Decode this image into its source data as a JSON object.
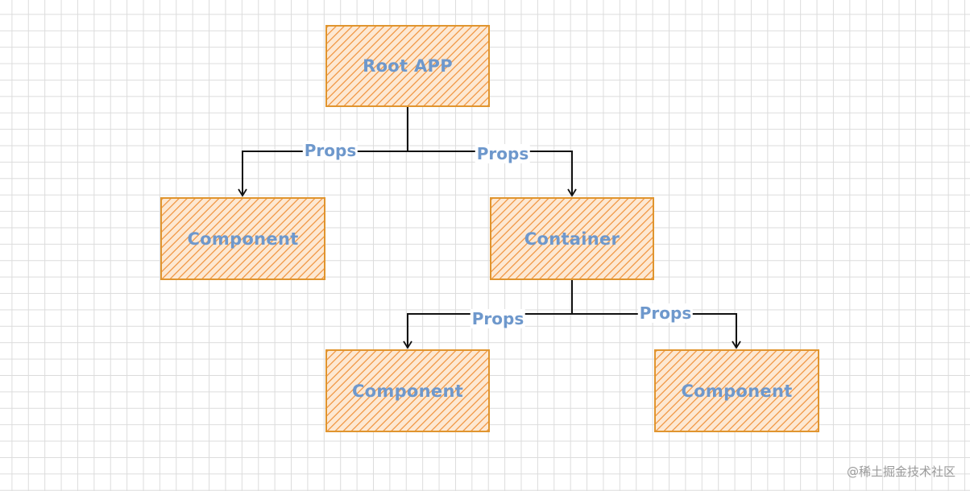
{
  "nodes": {
    "root": "Root APP",
    "component_left": "Component",
    "container": "Container",
    "component_bottom_left": "Component",
    "component_bottom_right": "Component"
  },
  "edges": {
    "root_to_component": "Props",
    "root_to_container": "Props",
    "container_to_left": "Props",
    "container_to_right": "Props"
  },
  "watermark": "@稀土掘金技术社区",
  "colors": {
    "box_border": "#e0952f",
    "box_hatch": "#f0923c",
    "label_text": "#6e98cc",
    "connector": "#111111"
  }
}
